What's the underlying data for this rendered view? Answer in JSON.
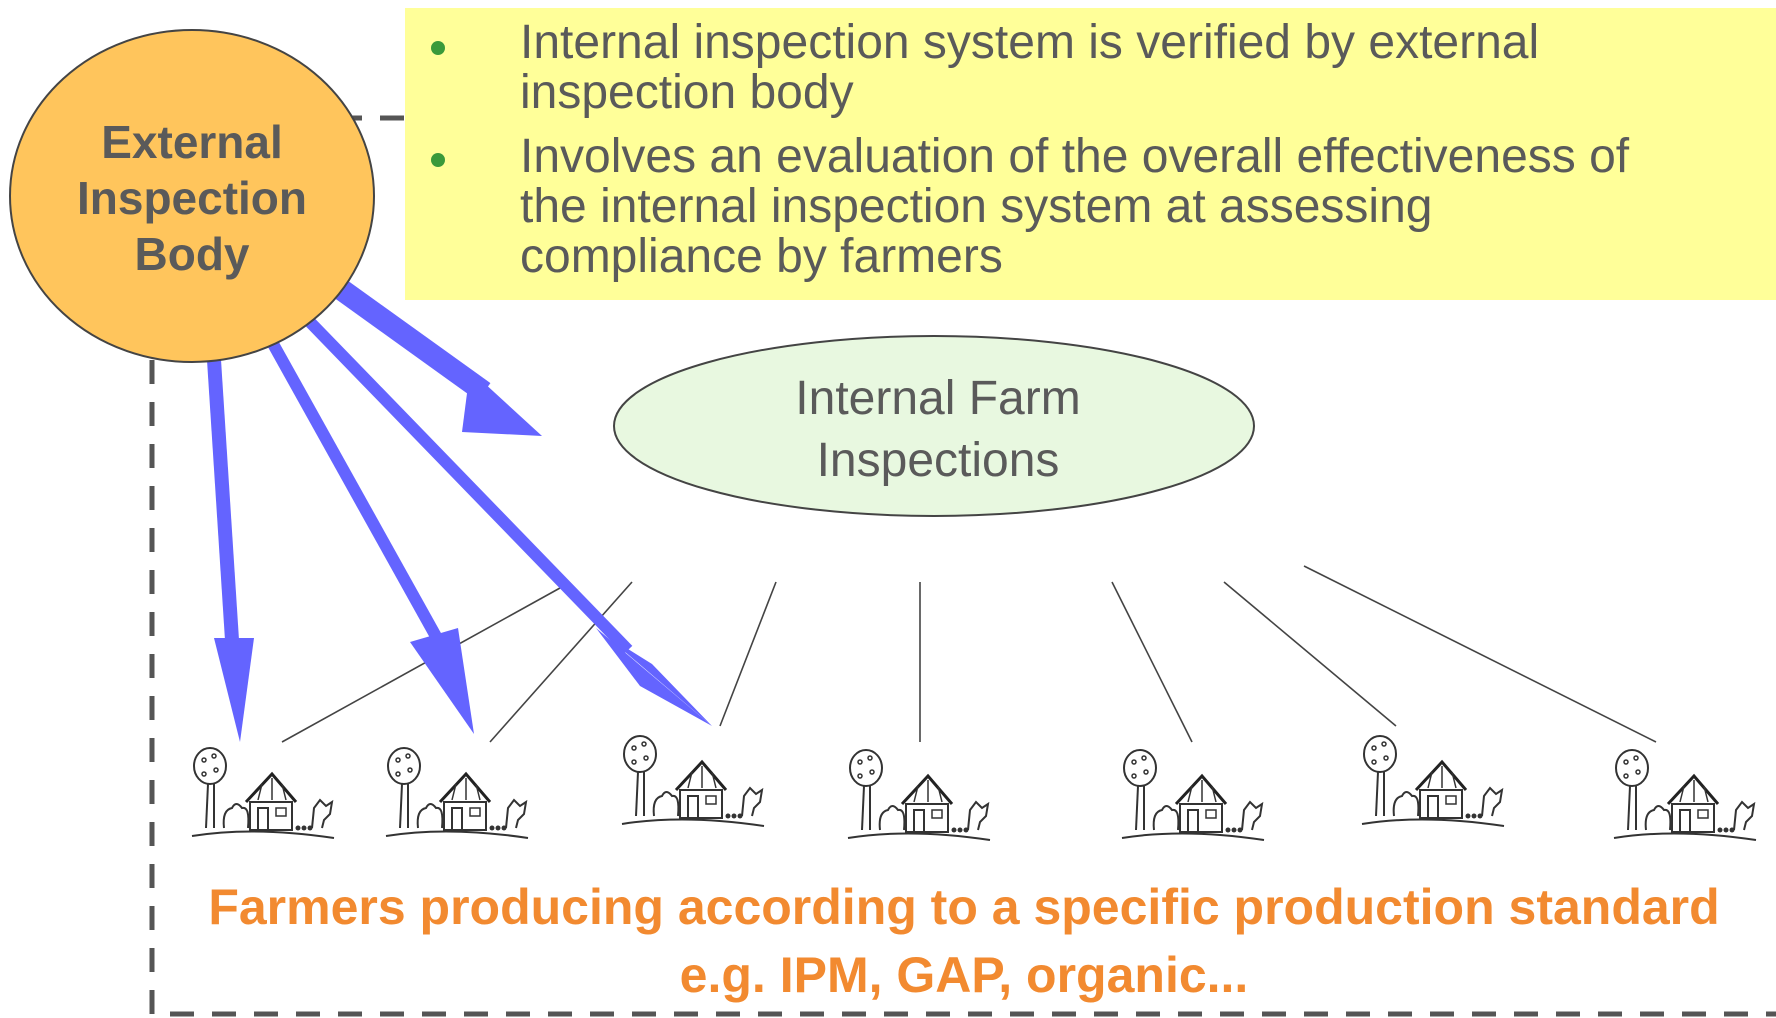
{
  "colors": {
    "note_bg": "#FFFF99",
    "bullet": "#3A9A3A",
    "text_gray": "#5A5A5A",
    "body_orange": "#FFC55C",
    "ellipse_fill": "#E8F8E0",
    "arrow_blue": "#6464FF",
    "orange_text": "#F28A30",
    "dash_gray": "#555555"
  },
  "note": {
    "bullets": [
      {
        "lines": [
          "Internal inspection system is verified by external",
          "inspection body"
        ]
      },
      {
        "lines": [
          "Involves an evaluation of the overall effectiveness of",
          "the internal inspection system at assessing",
          "compliance by farmers"
        ]
      }
    ]
  },
  "external_body": {
    "lines": [
      "External",
      "Inspection",
      "Body"
    ]
  },
  "internal_inspections": {
    "lines": [
      "Internal Farm",
      "Inspections"
    ]
  },
  "farms": {
    "count": 7,
    "icon": "farmhouse-icon"
  },
  "footer": {
    "line1": "Farmers producing according to a specific production standard",
    "line2": "e.g. IPM, GAP, organic..."
  }
}
